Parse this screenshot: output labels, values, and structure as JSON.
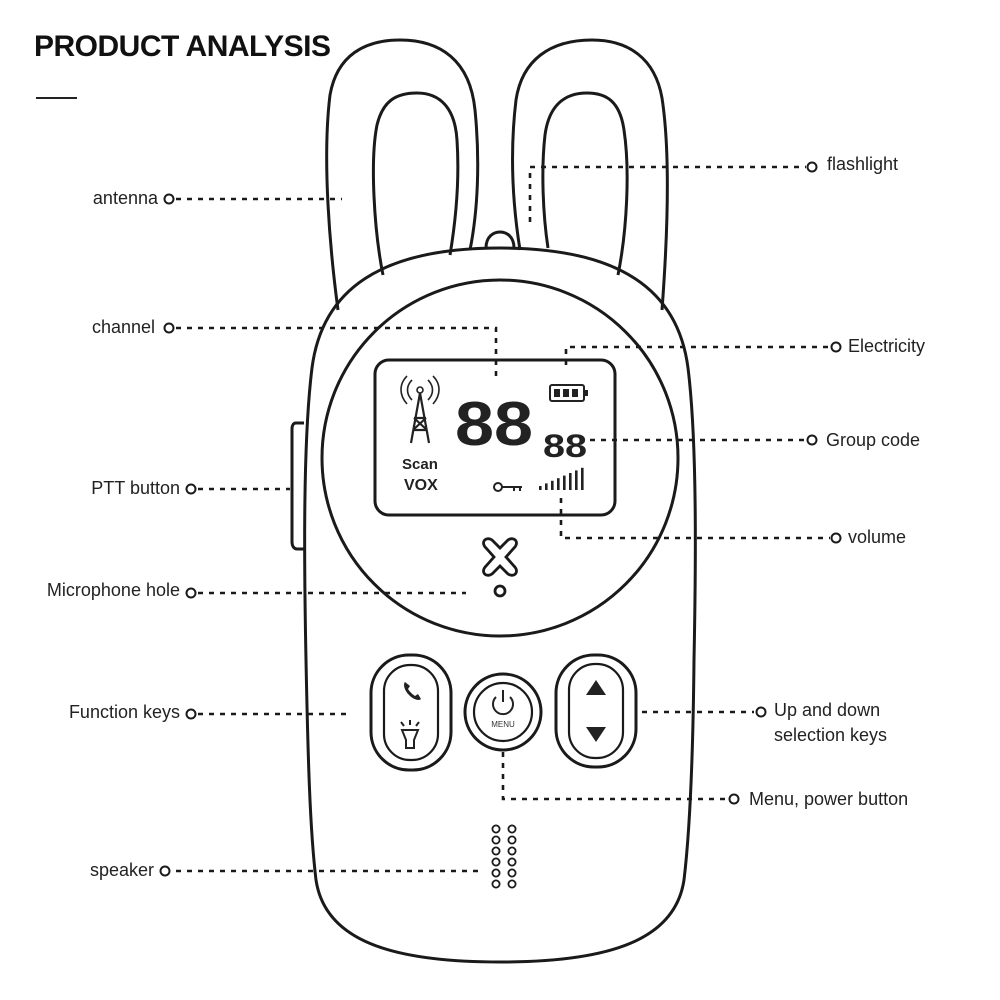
{
  "title": "PRODUCT ANALYSIS",
  "labels": {
    "antenna": "antenna",
    "channel": "channel",
    "ptt": "PTT button",
    "microphone": "Microphone hole",
    "function_keys": "Function keys",
    "speaker": "speaker",
    "flashlight": "flashlight",
    "electricity": "Electricity",
    "group_code": "Group code",
    "volume": "volume",
    "updown_line1": "Up and down",
    "updown_line2": "selection keys",
    "menu": "Menu, power button"
  },
  "display": {
    "channel_digits": "88",
    "group_digits": "88",
    "scan": "Scan",
    "vox": "VOX",
    "battery_bars": 3,
    "volume_bars": 8
  },
  "buttons": {
    "menu_label": "MENU"
  },
  "icons": {
    "antenna_signal": "antenna-signal-icon",
    "battery": "battery-icon",
    "key": "key-icon",
    "phone": "phone-icon",
    "flashlight": "flashlight-icon",
    "power": "power-icon",
    "up": "triangle-up-icon",
    "down": "triangle-down-icon",
    "logo": "x-logo-icon"
  }
}
